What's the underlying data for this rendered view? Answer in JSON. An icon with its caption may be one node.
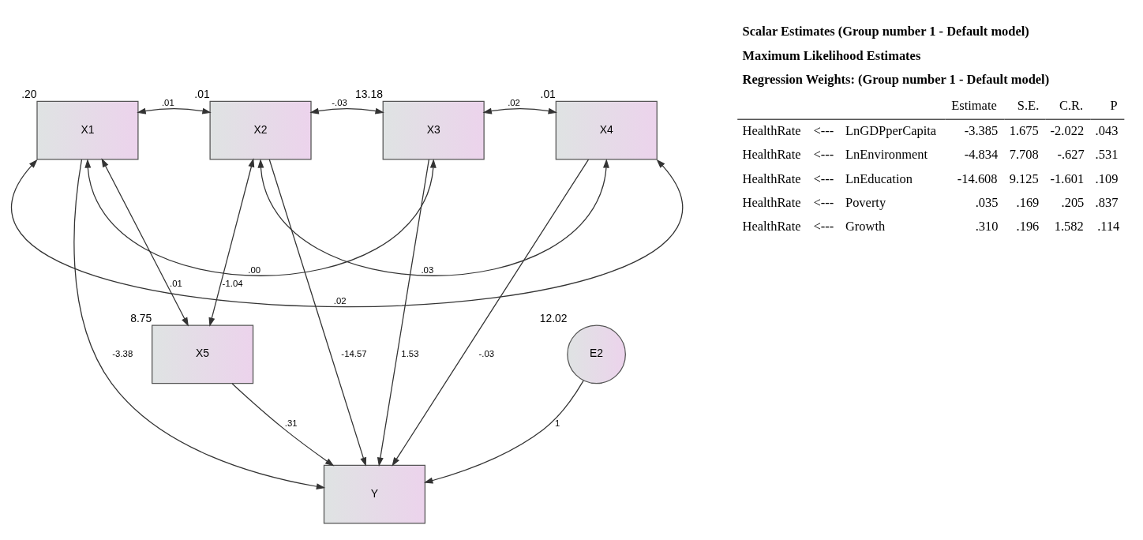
{
  "diagram": {
    "nodes": [
      {
        "text": [
          "X1"
        ],
        "beside": [
          ".20"
        ]
      },
      {
        "text": [
          "X2"
        ],
        "beside": [
          ".01"
        ]
      },
      {
        "text": [
          "X3"
        ],
        "beside": [
          "13.18"
        ]
      },
      {
        "text": [
          "X4"
        ],
        "beside": [
          ".01"
        ]
      },
      {
        "text": [
          "X5"
        ],
        "beside": [
          "8.75"
        ]
      },
      {
        "text": [
          "Y"
        ]
      },
      {
        "text": [
          "E2"
        ],
        "beside": [
          "12.02"
        ]
      }
    ],
    "edges": [
      {
        "from": 0,
        "to": 1,
        "arrow": "both",
        "label": ".01"
      },
      {
        "from": 1,
        "to": 2,
        "arrow": "both",
        "label": "-.03"
      },
      {
        "from": 2,
        "to": 3,
        "arrow": "both",
        "label": ".02"
      },
      {
        "from": 0,
        "to": 3,
        "arrow": "both",
        "label": ".02"
      },
      {
        "from": 0,
        "to": 2,
        "arrow": "both",
        "label": ".00"
      },
      {
        "from": 1,
        "to": 3,
        "arrow": "both",
        "label": ".03"
      },
      {
        "from": 0,
        "to": 4,
        "arrow": "both",
        "label": ".01"
      },
      {
        "from": 1,
        "to": 4,
        "arrow": "both",
        "label": "-1.04"
      },
      {
        "from": 0,
        "to": 5,
        "arrow": "to",
        "label": "-3.38"
      },
      {
        "from": 1,
        "to": 5,
        "arrow": "to",
        "label": "-14.57"
      },
      {
        "from": 2,
        "to": 5,
        "arrow": "to",
        "label": "1.53"
      },
      {
        "from": 3,
        "to": 5,
        "arrow": "to",
        "label": "-.03"
      },
      {
        "from": 6,
        "to": 5,
        "arrow": "to",
        "label": "1"
      },
      {
        "from": 4,
        "to": 5,
        "arrow": "to",
        "label": ".31"
      }
    ],
    "labels": [
      "Scalar Estimates (Group number 1 - Default model)",
      "Maximum Likelihood Estimates",
      "Regression Weights: (Group number 1 - Default model)",
      "Estimate",
      "S.E.",
      "C.R.",
      "P",
      "HealthRate",
      "<---",
      "LnGDPperCapita",
      "-3.385",
      "1.675",
      "-2.022",
      ".043",
      "HealthRate",
      "<---",
      "LnEnvironment",
      "-4.834",
      "7.708",
      "-.627",
      ".531",
      "HealthRate",
      "<---",
      "LnEducation",
      "-14.608",
      "9.125",
      "-1.601",
      ".109",
      "HealthRate",
      "<---",
      "Poverty",
      ".035",
      ".169",
      ".205",
      ".837",
      "HealthRate",
      "<---",
      "Growth",
      ".310",
      ".196",
      "1.582",
      ".114"
    ]
  }
}
